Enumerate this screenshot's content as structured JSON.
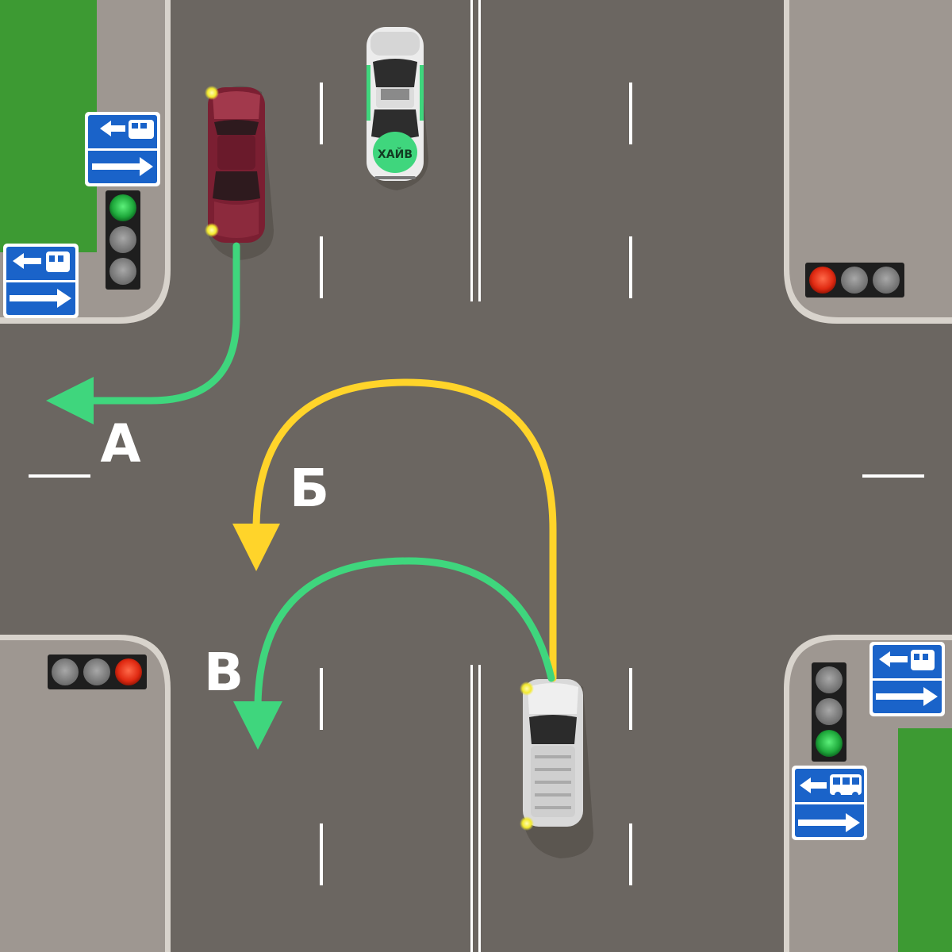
{
  "routes": {
    "a": {
      "label": "А",
      "color": "#3fd67d"
    },
    "b": {
      "label": "Б",
      "color": "#ffd42a"
    },
    "v": {
      "label": "В",
      "color": "#3fd67d"
    }
  },
  "vehicles": {
    "taxi": {
      "text": "ХАЙВ"
    },
    "red_car": {
      "color": "#7b1f32"
    },
    "white_car": {
      "color": "#d9d9d9"
    }
  },
  "traffic_lights": {
    "north_west": {
      "lit": "green"
    },
    "north_east": {
      "lit": "red"
    },
    "south_west": {
      "lit": "red"
    },
    "south_east": {
      "lit": "green"
    }
  },
  "colors": {
    "road": "#6b6661",
    "sidewalk": "#9e9791",
    "grass": "#3d9a33",
    "sign_blue": "#1a63c9"
  }
}
